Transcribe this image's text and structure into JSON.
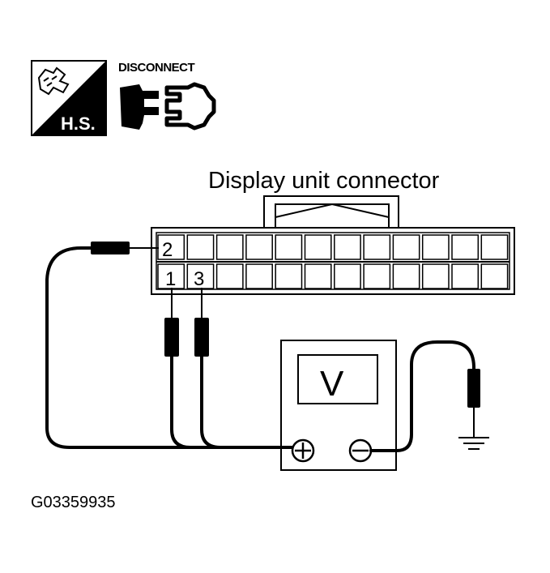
{
  "icons": {
    "hs_label": "H.S.",
    "disconnect_label": "DISCONNECT"
  },
  "connector": {
    "title": "Display unit connector",
    "pin_top": "2",
    "pin_bottom_a": "1",
    "pin_bottom_b": "3"
  },
  "voltmeter": {
    "display": "V",
    "plus": "+",
    "minus": "−"
  },
  "figure_id": "G03359935"
}
